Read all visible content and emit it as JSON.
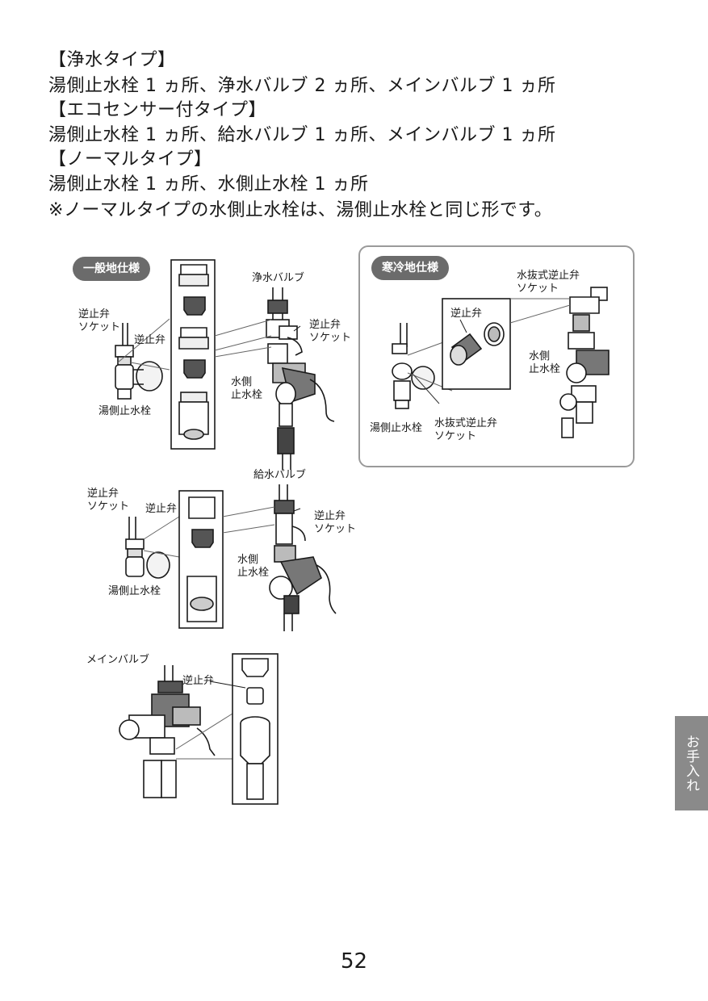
{
  "intro": [
    "【浄水タイプ】",
    "湯側止水栓 1 ヵ所、浄水バルブ 2 ヵ所、メインバルブ 1 ヵ所",
    "【エコセンサー付タイプ】",
    "湯側止水栓 1 ヵ所、給水バルブ 1 ヵ所、メインバルブ 1 ヵ所",
    "【ノーマルタイプ】",
    "湯側止水栓 1 ヵ所、水側止水栓 1 ヵ所",
    "※ノーマルタイプの水側止水栓は、湯側止水栓と同じ形です。"
  ],
  "general": {
    "badge": "一般地仕様",
    "socket": "逆止弁\nソケット",
    "check_valve": "逆止弁",
    "hot_stop_valve": "湯側止水栓",
    "purifier_valve": "浄水バルブ",
    "socket_right": "逆止弁\nソケット",
    "water_stop_valve": "水側\n止水栓"
  },
  "cold": {
    "badge": "寒冷地仕様",
    "drain_socket_top": "水抜式逆止弁\nソケット",
    "check_valve": "逆止弁",
    "water_stop_valve": "水側\n止水栓",
    "hot_stop_valve": "湯側止水栓",
    "drain_socket_bottom": "水抜式逆止弁\nソケット"
  },
  "supply": {
    "socket": "逆止弁\nソケット",
    "check_valve": "逆止弁",
    "supply_valve": "給水バルブ",
    "socket_right": "逆止弁\nソケット",
    "water_stop_valve": "水側\n止水栓",
    "hot_stop_valve": "湯側止水栓"
  },
  "main": {
    "main_valve": "メインバルブ",
    "check_valve": "逆止弁"
  },
  "side_tab": "お手入れ",
  "page_number": "52"
}
